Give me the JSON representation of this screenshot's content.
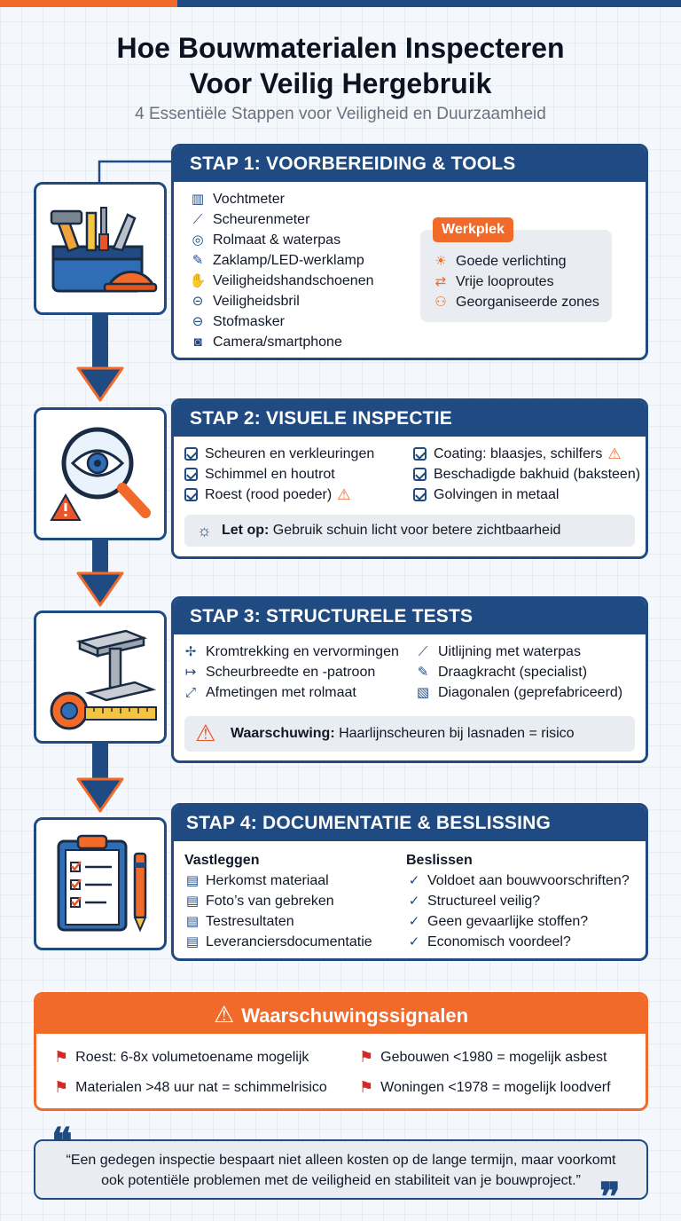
{
  "header": {
    "title_line1": "Hoe Bouwmaterialen Inspecteren",
    "title_line2": "Voor Veilig Hergebruik",
    "subtitle": "4 Essentiële Stappen voor Veiligheid en Duurzaamheid"
  },
  "step1": {
    "title": "STAP 1: VOORBEREIDING & TOOLS",
    "tools": [
      {
        "label": "Vochtmeter",
        "icon": "moisture-meter-icon"
      },
      {
        "label": "Scheurenmeter",
        "icon": "crack-gauge-icon"
      },
      {
        "label": "Rolmaat & waterpas",
        "icon": "tape-measure-icon"
      },
      {
        "label": "Zaklamp/LED-werklamp",
        "icon": "flashlight-icon"
      },
      {
        "label": "Veiligheidshandschoenen",
        "icon": "glove-icon"
      },
      {
        "label": "Veiligheidsbril",
        "icon": "goggles-icon"
      },
      {
        "label": "Stofmasker",
        "icon": "mask-icon"
      },
      {
        "label": "Camera/smartphone",
        "icon": "camera-icon"
      }
    ],
    "workplace": {
      "badge": "Werkplek",
      "items": [
        "Goede verlichting",
        "Vrije looproutes",
        "Georganiseerde zones"
      ]
    }
  },
  "step2": {
    "title": "STAP 2: VISUELE INSPECTIE",
    "left": [
      "Scheuren en verkleuringen",
      "Schimmel en houtrot",
      "Roest (rood poeder)"
    ],
    "right": [
      "Coating: blaasjes, schilfers",
      "Beschadigde bakhuid (baksteen)",
      "Golvingen in metaal"
    ],
    "note_label": "Let op:",
    "note_text": "Gebruik schuin licht voor betere zichtbaarheid"
  },
  "step3": {
    "title": "STAP 3: STRUCTURELE TESTS",
    "left": [
      "Kromtrekking en vervormingen",
      "Scheurbreedte en -patroon",
      "Afmetingen met rolmaat"
    ],
    "right": [
      "Uitlijning met waterpas",
      "Draagkracht (specialist)",
      "Diagonalen (geprefabriceerd)"
    ],
    "warning_label": "Waarschuwing:",
    "warning_text": "Haarlijnscheuren bij lasnaden = risico"
  },
  "step4": {
    "title": "STAP 4: DOCUMENTATIE & BESLISSING",
    "record_heading": "Vastleggen",
    "record": [
      "Herkomst materiaal",
      "Foto’s van gebreken",
      "Testresultaten",
      "Leveranciersdocumentatie"
    ],
    "decide_heading": "Beslissen",
    "decide": [
      "Voldoet aan bouwvoorschriften?",
      "Structureel veilig?",
      "Geen gevaarlijke stoffen?",
      "Economisch voordeel?"
    ]
  },
  "warnings": {
    "title": "Waarschuwingssignalen",
    "items": [
      "Roest: 6-8x volumetoename mogelijk",
      "Gebouwen <1980 = mogelijk asbest",
      "Materialen >48 uur nat = schimmelrisico",
      "Woningen <1978 = mogelijk loodverf"
    ]
  },
  "quote": {
    "text": "“Een gedegen inspectie bespaart niet alleen kosten op de lange termijn, maar voorkomt ook potentiële problemen met de veiligheid en stabiliteit van je bouwproject.”"
  },
  "colors": {
    "navy": "#1f4a82",
    "orange": "#f26a2a",
    "red_flag": "#d62828"
  }
}
